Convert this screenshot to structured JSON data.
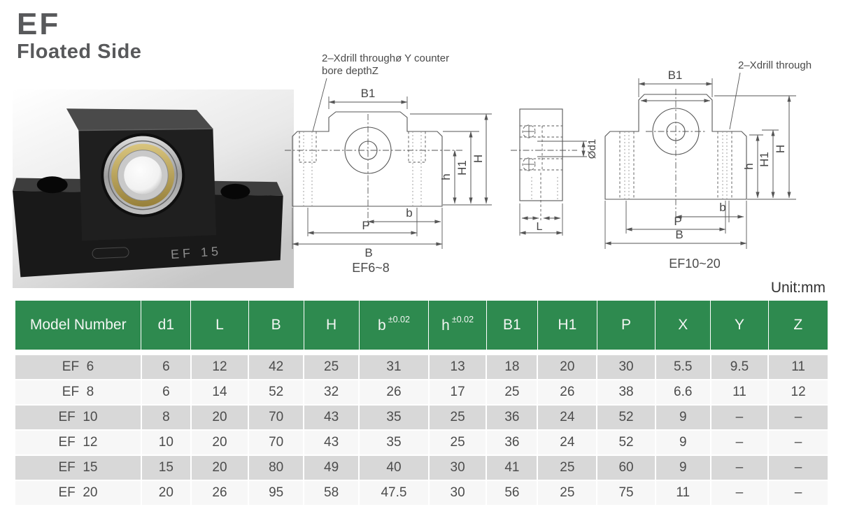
{
  "page": {
    "title": "EF",
    "subtitle": "Floated Side",
    "unit_label": "Unit:mm"
  },
  "photo": {
    "engraving": "EF 15"
  },
  "drawings": {
    "ef6_8": {
      "caption": "EF6~8",
      "annotation_line1": "2–Xdrill throughø Y counter",
      "annotation_line2": "bore depthZ",
      "dim_b1": "B1",
      "dim_h": "h",
      "dim_h1": "H1",
      "dim_H": "H",
      "dim_b": "b",
      "dim_p": "P",
      "dim_B": "B"
    },
    "side_view": {
      "dim_d1": "Ød1",
      "dim_l": "L"
    },
    "ef10_20": {
      "caption": "EF10~20",
      "annotation": "2–Xdrill through",
      "dim_b1": "B1",
      "dim_h": "h",
      "dim_h1": "H1",
      "dim_H": "H",
      "dim_b": "b",
      "dim_p": "P",
      "dim_B": "B"
    }
  },
  "table": {
    "headers": [
      {
        "label": "Model Number"
      },
      {
        "label": "d1"
      },
      {
        "label": "L"
      },
      {
        "label": "B"
      },
      {
        "label": "H"
      },
      {
        "label": "b",
        "sup": "±0.02"
      },
      {
        "label": "h",
        "sup": "±0.02"
      },
      {
        "label": "B1"
      },
      {
        "label": "H1"
      },
      {
        "label": "P"
      },
      {
        "label": "X"
      },
      {
        "label": "Y"
      },
      {
        "label": "Z"
      }
    ],
    "rows": [
      [
        "EF  6",
        "6",
        "12",
        "42",
        "25",
        "31",
        "13",
        "18",
        "20",
        "30",
        "5.5",
        "9.5",
        "11"
      ],
      [
        "EF  8",
        "6",
        "14",
        "52",
        "32",
        "26",
        "17",
        "25",
        "26",
        "38",
        "6.6",
        "11",
        "12"
      ],
      [
        "EF  10",
        "8",
        "20",
        "70",
        "43",
        "35",
        "25",
        "36",
        "24",
        "52",
        "9",
        "–",
        "–"
      ],
      [
        "EF  12",
        "10",
        "20",
        "70",
        "43",
        "35",
        "25",
        "36",
        "24",
        "52",
        "9",
        "–",
        "–"
      ],
      [
        "EF  15",
        "15",
        "20",
        "80",
        "49",
        "40",
        "30",
        "41",
        "25",
        "60",
        "9",
        "–",
        "–"
      ],
      [
        "EF  20",
        "20",
        "26",
        "95",
        "58",
        "47.5",
        "30",
        "56",
        "25",
        "75",
        "11",
        "–",
        "–"
      ]
    ]
  }
}
